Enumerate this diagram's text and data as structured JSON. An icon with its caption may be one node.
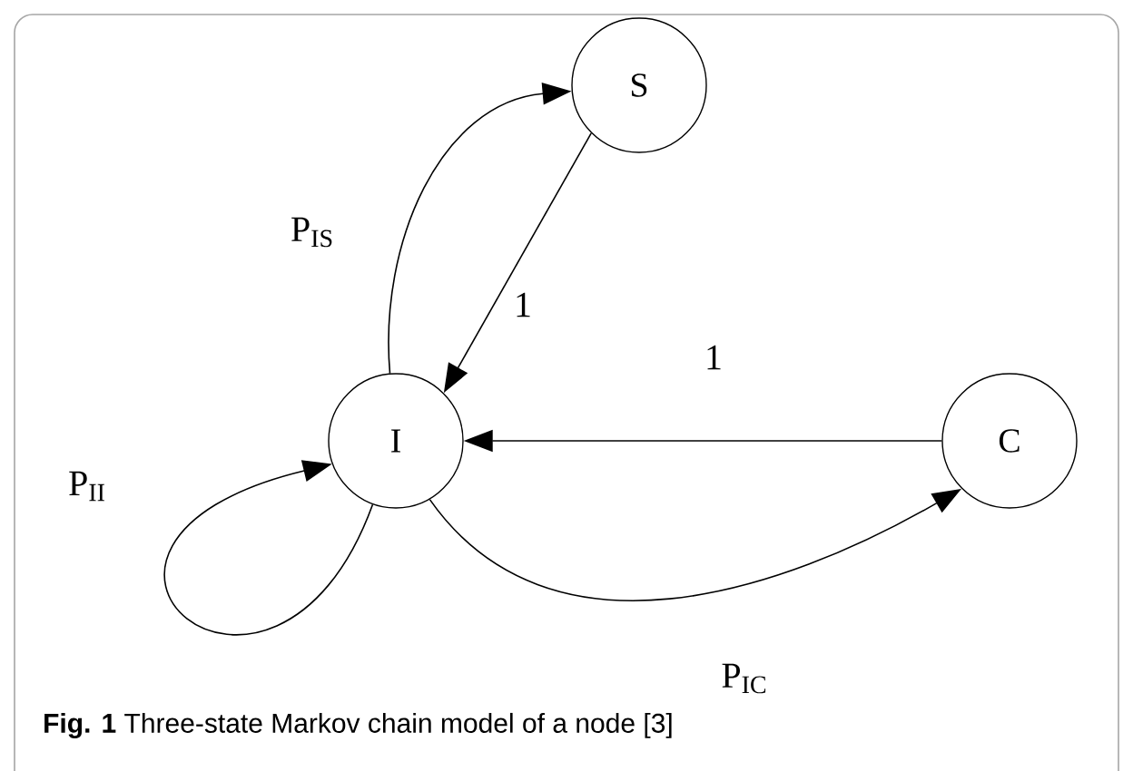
{
  "diagram": {
    "caption": "**Fig. 1** Three-state Markov chain model of a node [3]",
    "nodes": [
      {
        "text": [
          "S"
        ]
      },
      {
        "text": [
          "I"
        ]
      },
      {
        "text": [
          "C"
        ]
      }
    ],
    "edges": [
      {
        "from": 1,
        "to": 0,
        "arrow": "to",
        "label": "P$_{IS}$"
      },
      {
        "from": 0,
        "to": 1,
        "arrow": "to",
        "label": "1"
      },
      {
        "from": 2,
        "to": 1,
        "arrow": "to",
        "label": "1"
      },
      {
        "from": 1,
        "to": 1,
        "arrow": "to",
        "label": "P$_{II}$"
      },
      {
        "from": 1,
        "to": 2,
        "arrow": "to",
        "label": "P$_{IC}$"
      }
    ]
  }
}
